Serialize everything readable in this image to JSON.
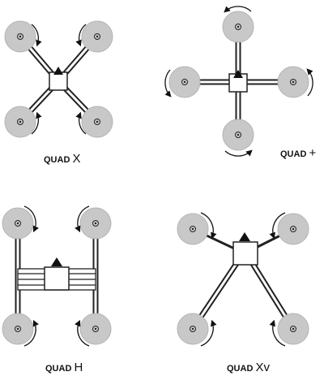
{
  "colors": {
    "rotor_fill": "#c8c8c8",
    "rotor_edge": "#b4b4b4",
    "frame": "#222222",
    "body_fill": "#ffffff",
    "arrow": "#111111",
    "background": "#ffffff"
  },
  "configurations": [
    {
      "id": "quad-x",
      "label_prefix": "QUAD",
      "label_symbol": "X",
      "rotors": 4
    },
    {
      "id": "quad-plus",
      "label_prefix": "QUAD",
      "label_symbol": "+",
      "rotors": 4
    },
    {
      "id": "quad-h",
      "label_prefix": "QUAD",
      "label_symbol": "H",
      "rotors": 4
    },
    {
      "id": "quad-xv",
      "label_prefix": "QUAD",
      "label_symbol": "Xv",
      "rotors": 4
    }
  ]
}
